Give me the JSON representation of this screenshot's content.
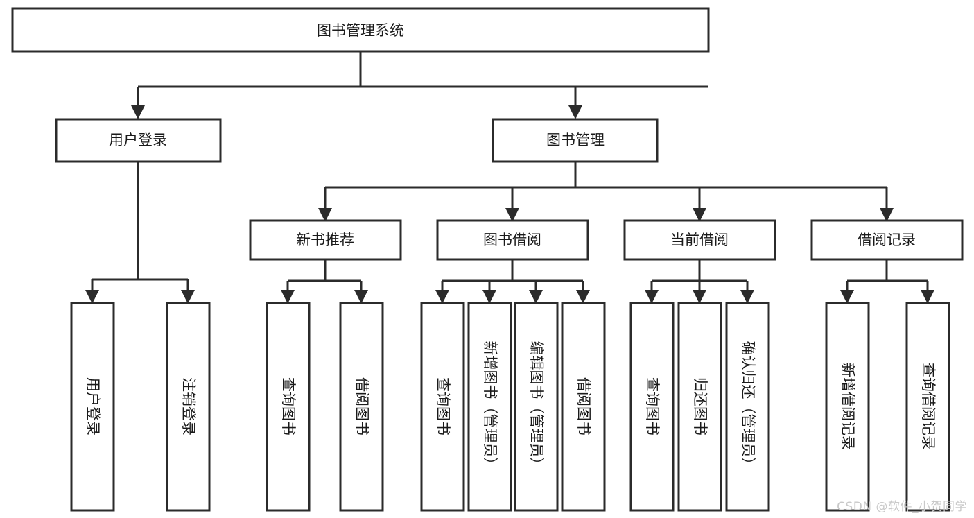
{
  "diagram": {
    "type": "tree",
    "title": "图书管理系统",
    "watermark": "CSDN @软件_小贺同学",
    "colors": {
      "box_stroke": "#2b2b2b",
      "box_fill": "#ffffff",
      "connector": "#2b2b2b",
      "text": "#1a1a1a",
      "background": "#ffffff",
      "watermark": "#c9c9c9"
    },
    "levels": {
      "root": "图书管理系统",
      "level2": [
        "用户登录",
        "图书管理"
      ],
      "level3": [
        "新书推荐",
        "图书借阅",
        "当前借阅",
        "借阅记录"
      ]
    },
    "nodes": {
      "root": {
        "label": "图书管理系统",
        "orientation": "horizontal"
      },
      "n_user_login": {
        "label": "用户登录",
        "orientation": "horizontal"
      },
      "n_book_mgmt": {
        "label": "图书管理",
        "orientation": "horizontal"
      },
      "n_new_book_rec": {
        "label": "新书推荐",
        "orientation": "horizontal"
      },
      "n_book_borrow": {
        "label": "图书借阅",
        "orientation": "horizontal"
      },
      "n_current_borrow": {
        "label": "当前借阅",
        "orientation": "horizontal"
      },
      "n_borrow_record": {
        "label": "借阅记录",
        "orientation": "horizontal"
      },
      "leaf_user_login": {
        "label": "用户登录",
        "orientation": "vertical"
      },
      "leaf_logout": {
        "label": "注销登录",
        "orientation": "vertical"
      },
      "leaf_query_book_1": {
        "label": "查询图书",
        "orientation": "vertical"
      },
      "leaf_borrow_book_1": {
        "label": "借阅图书",
        "orientation": "vertical"
      },
      "leaf_query_book_2": {
        "label": "查询图书",
        "orientation": "vertical"
      },
      "leaf_add_book": {
        "label": "新增图书（管理员）",
        "orientation": "vertical"
      },
      "leaf_edit_book": {
        "label": "编辑图书（管理员）",
        "orientation": "vertical"
      },
      "leaf_borrow_book_2": {
        "label": "借阅图书",
        "orientation": "vertical"
      },
      "leaf_query_book_3": {
        "label": "查询图书",
        "orientation": "vertical"
      },
      "leaf_return_book": {
        "label": "归还图书",
        "orientation": "vertical"
      },
      "leaf_confirm_return": {
        "label": "确认归还（管理员）",
        "orientation": "vertical"
      },
      "leaf_add_record": {
        "label": "新增借阅记录",
        "orientation": "vertical"
      },
      "leaf_query_record": {
        "label": "查询借阅记录",
        "orientation": "vertical"
      }
    },
    "edges": [
      {
        "from": "root",
        "to": "n_user_login"
      },
      {
        "from": "root",
        "to": "n_book_mgmt"
      },
      {
        "from": "n_user_login",
        "to": "leaf_user_login"
      },
      {
        "from": "n_user_login",
        "to": "leaf_logout"
      },
      {
        "from": "n_book_mgmt",
        "to": "n_new_book_rec"
      },
      {
        "from": "n_book_mgmt",
        "to": "n_book_borrow"
      },
      {
        "from": "n_book_mgmt",
        "to": "n_current_borrow"
      },
      {
        "from": "n_book_mgmt",
        "to": "n_borrow_record"
      },
      {
        "from": "n_new_book_rec",
        "to": "leaf_query_book_1"
      },
      {
        "from": "n_new_book_rec",
        "to": "leaf_borrow_book_1"
      },
      {
        "from": "n_book_borrow",
        "to": "leaf_query_book_2"
      },
      {
        "from": "n_book_borrow",
        "to": "leaf_add_book"
      },
      {
        "from": "n_book_borrow",
        "to": "leaf_edit_book"
      },
      {
        "from": "n_book_borrow",
        "to": "leaf_borrow_book_2"
      },
      {
        "from": "n_current_borrow",
        "to": "leaf_query_book_3"
      },
      {
        "from": "n_current_borrow",
        "to": "leaf_return_book"
      },
      {
        "from": "n_current_borrow",
        "to": "leaf_confirm_return"
      },
      {
        "from": "n_borrow_record",
        "to": "leaf_add_record"
      },
      {
        "from": "n_borrow_record",
        "to": "leaf_query_record"
      }
    ]
  }
}
